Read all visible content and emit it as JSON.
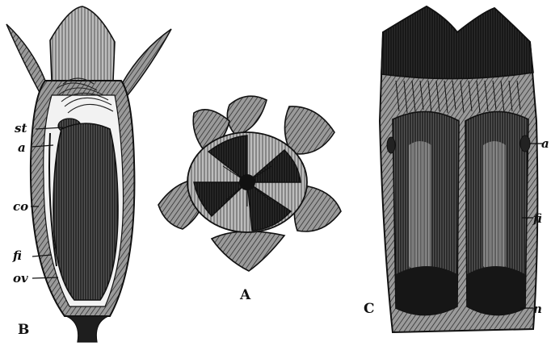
{
  "figure": {
    "panels": [
      {
        "id": "B",
        "caption": "B",
        "labels": {
          "st": "st",
          "a": "a",
          "co": "co",
          "fi": "fi",
          "ov": "ov"
        }
      },
      {
        "id": "A",
        "caption": "A"
      },
      {
        "id": "C",
        "caption": "C",
        "labels": {
          "a": "a",
          "fi": "fi",
          "n": "n"
        }
      }
    ]
  },
  "colors": {
    "ink": "#1a1a1a",
    "paper": "#ffffff"
  }
}
